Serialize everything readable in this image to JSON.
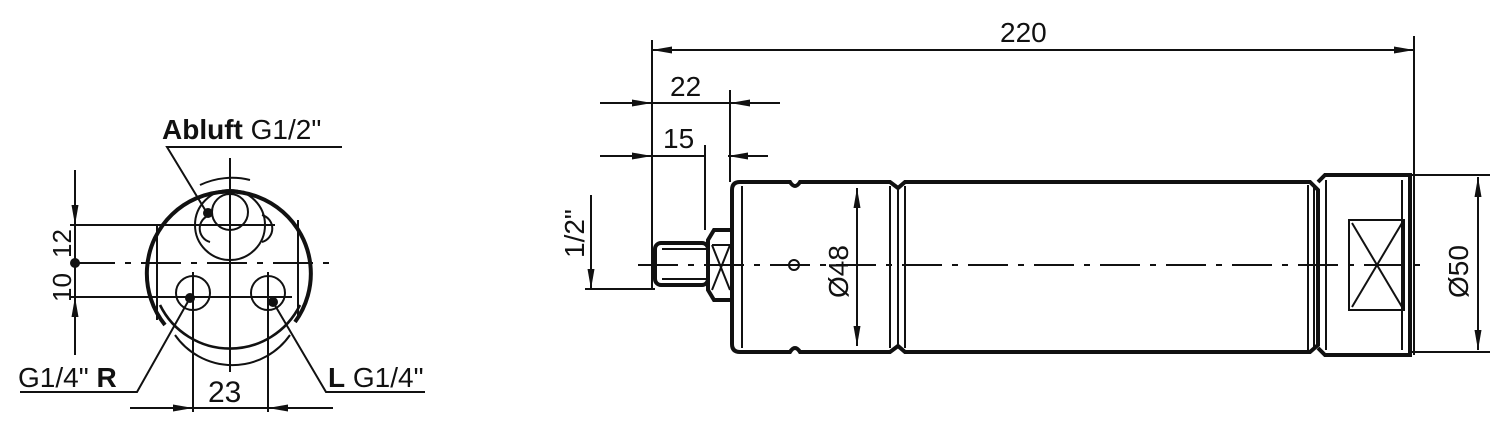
{
  "end_view": {
    "exhaust_label_bold": "Abluft",
    "exhaust_label_thread": "G1/2\"",
    "port_r_thread": "G1/4\"",
    "port_r_label": "R",
    "port_l_label": "L",
    "port_l_thread": "G1/4\"",
    "dim_vertical_upper": "12",
    "dim_vertical_lower": "10",
    "dim_horizontal": "23"
  },
  "side_view": {
    "dim_overall_length": "220",
    "dim_thread_length": "22",
    "dim_hex_offset": "15",
    "dim_thread_size": "1/2\"",
    "dim_body_diameter": "Ø48",
    "dim_end_diameter": "Ø50"
  },
  "colors": {
    "line": "#111111",
    "background": "#ffffff"
  }
}
